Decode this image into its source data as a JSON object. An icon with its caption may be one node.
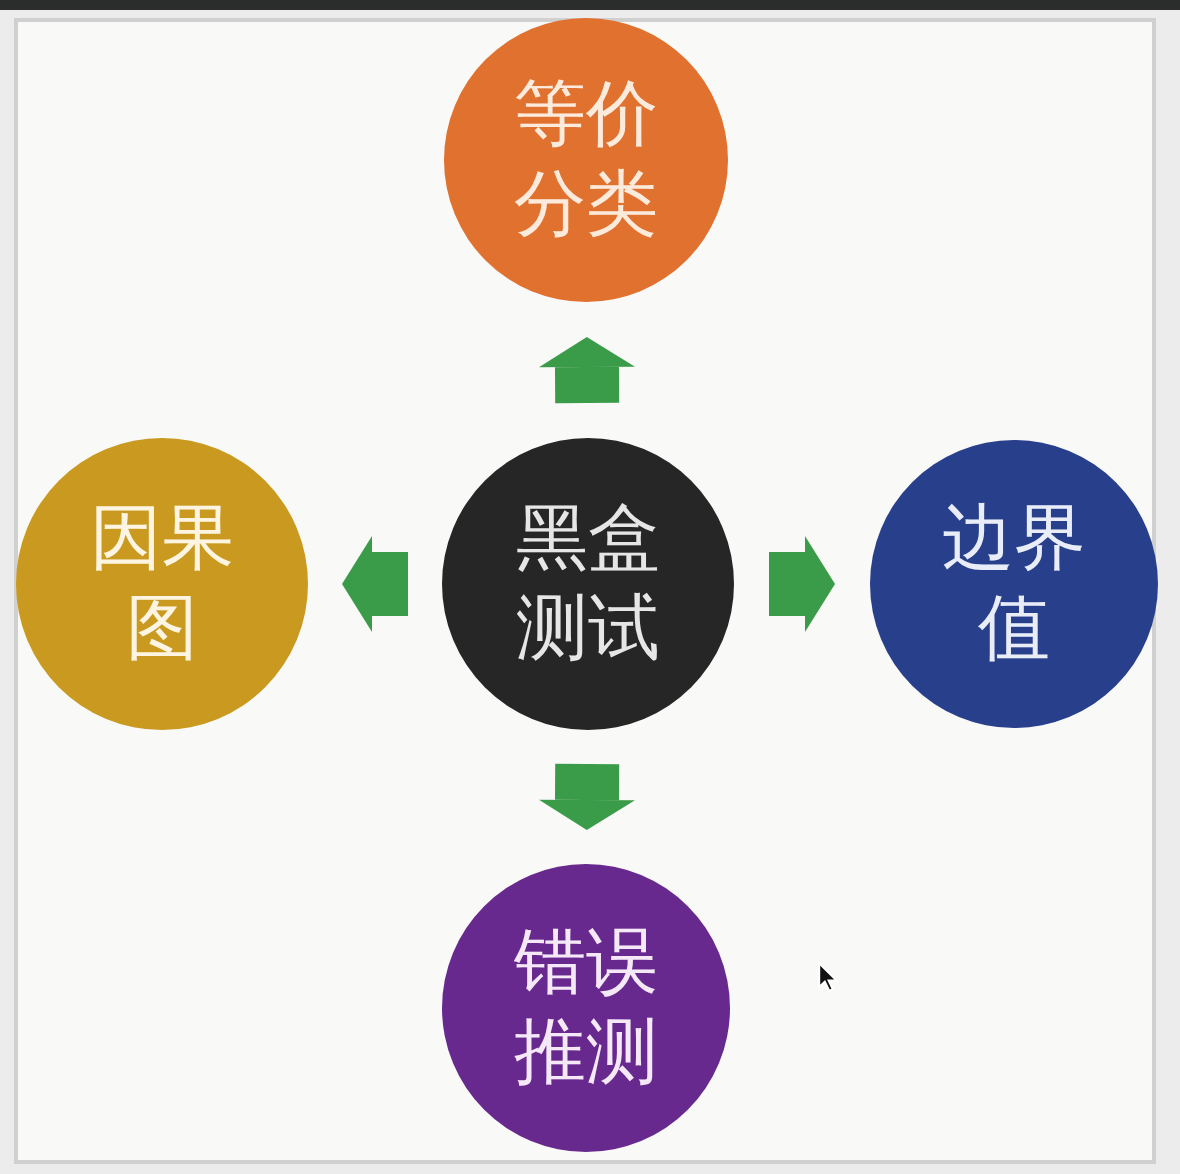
{
  "diagram": {
    "nodes": [
      {
        "text": [
          "等价分类"
        ]
      },
      {
        "text": [
          "因果图"
        ]
      },
      {
        "text": [
          "黑盒测试"
        ]
      },
      {
        "text": [
          "边界值"
        ]
      },
      {
        "text": [
          "错误推测"
        ]
      }
    ],
    "edges": [
      {
        "from": 2,
        "to": 0,
        "arrow": "to"
      },
      {
        "from": 2,
        "to": 1,
        "arrow": "to"
      },
      {
        "from": 2,
        "to": 3,
        "arrow": "to"
      },
      {
        "from": 2,
        "to": 4,
        "arrow": "to"
      }
    ]
  }
}
